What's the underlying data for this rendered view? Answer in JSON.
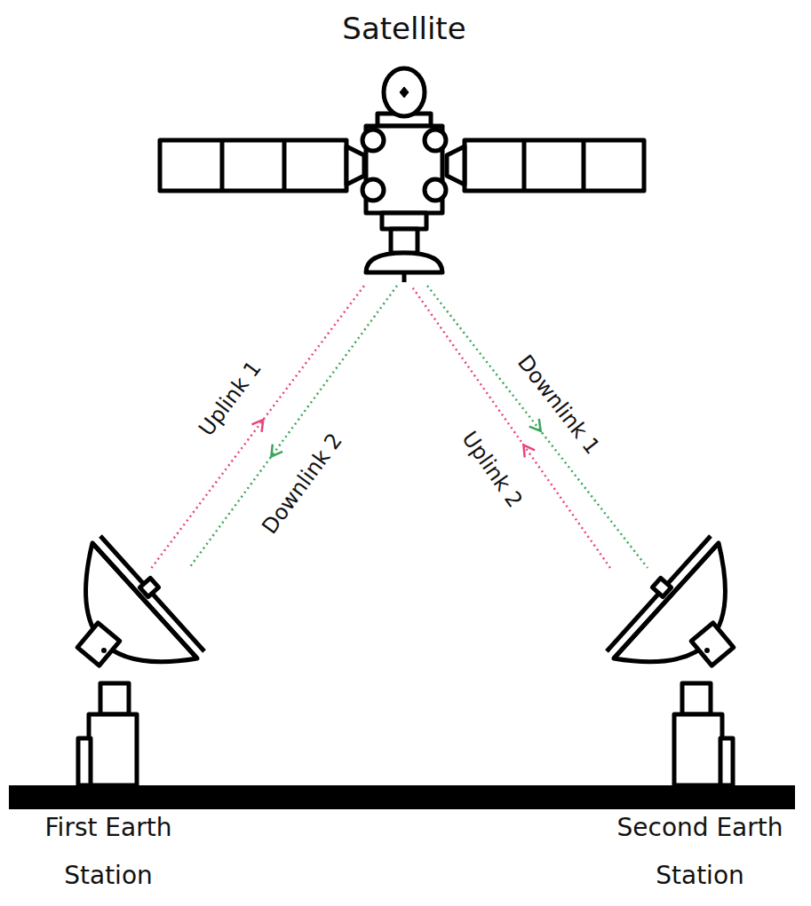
{
  "diagram": {
    "nodes": [
      {
        "text": [
          "Satellite"
        ]
      },
      {
        "text": [
          "First Earth Station"
        ]
      },
      {
        "text": [
          "Second Earth Station"
        ]
      }
    ],
    "edges": [
      {
        "from": 1,
        "to": 0,
        "arrow": "to",
        "label": "Uplink 1"
      },
      {
        "from": 0,
        "to": 1,
        "arrow": "to",
        "label": "Downlink 2"
      },
      {
        "from": 0,
        "to": 2,
        "arrow": "to",
        "label": "Downlink 1"
      },
      {
        "from": 2,
        "to": 0,
        "arrow": "to",
        "label": "Uplink 2"
      }
    ]
  }
}
